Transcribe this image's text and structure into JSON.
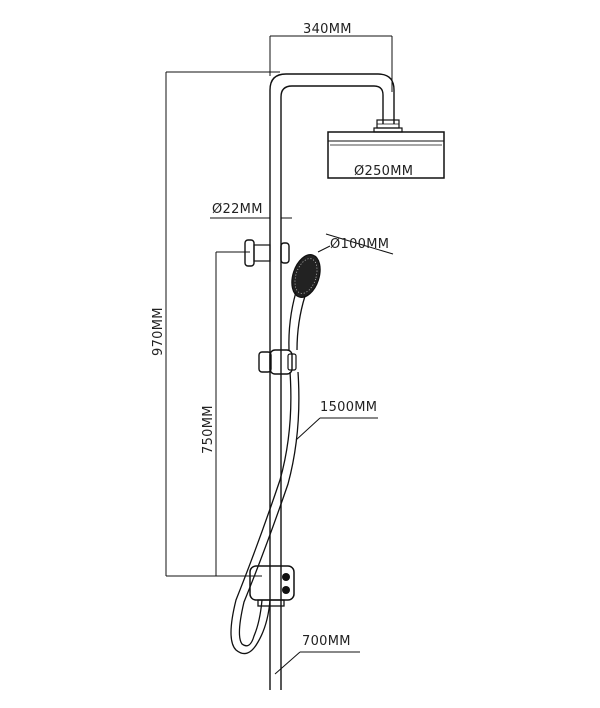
{
  "labels": {
    "width_top": "340MM",
    "head_diameter": "Ø250MM",
    "pipe_diameter": "Ø22MM",
    "hand_shower_diameter": "Ø100MM",
    "total_height": "970MM",
    "slide_height": "750MM",
    "hose_length": "1500MM",
    "bottom_length": "700MM"
  }
}
